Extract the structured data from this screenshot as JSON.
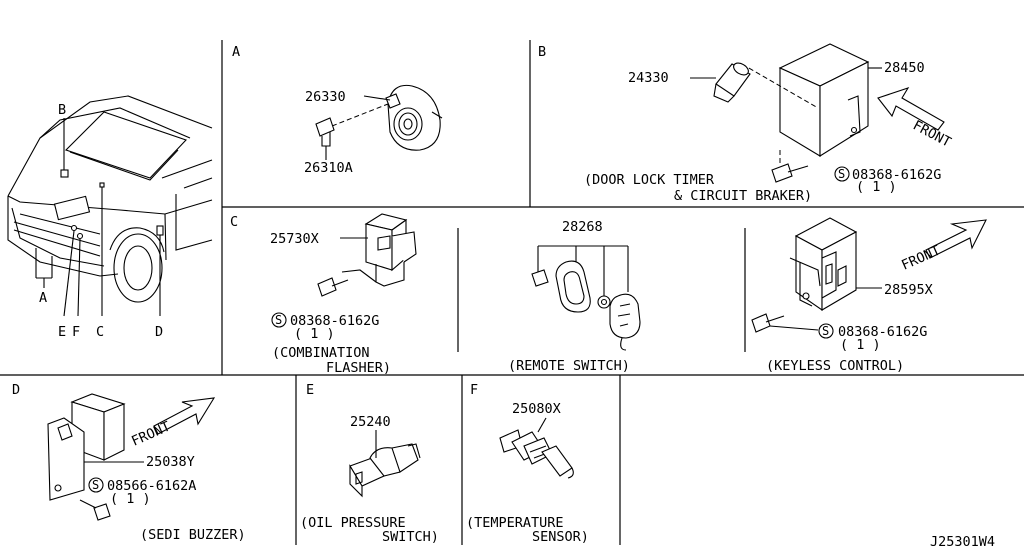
{
  "sections": {
    "a": {
      "letter": "A",
      "parts": [
        "26330",
        "26310A"
      ]
    },
    "b": {
      "letter": "B",
      "parts": [
        "24330",
        "28450"
      ],
      "front": "FRONT",
      "bolt": "08368-6162G",
      "qty": "( 1 )",
      "caption1": "(DOOR LOCK TIMER",
      "caption2": "& CIRCUIT BRAKER)"
    },
    "c": {
      "letter": "C",
      "part": "25730X",
      "bolt": "08368-6162G",
      "qty": "( 1 )",
      "caption1": "(COMBINATION",
      "caption2": "FLASHER)"
    },
    "remote": {
      "part": "28268",
      "caption": "(REMOTE SWITCH)"
    },
    "keyless": {
      "part": "28595X",
      "front": "FRONT",
      "bolt": "08368-6162G",
      "qty": "( 1 )",
      "caption": "(KEYLESS CONTROL)"
    },
    "d": {
      "letter": "D",
      "part": "25038Y",
      "front": "FRONT",
      "bolt": "08566-6162A",
      "qty": "( 1 )",
      "caption": "(SEDI BUZZER)"
    },
    "e": {
      "letter": "E",
      "part": "25240",
      "caption1": "(OIL PRESSURE",
      "caption2": "SWITCH)"
    },
    "f": {
      "letter": "F",
      "part": "25080X",
      "caption1": "(TEMPERATURE",
      "caption2": "SENSOR)"
    }
  },
  "vehicle": {
    "labels": [
      "A",
      "B",
      "C",
      "D",
      "E",
      "F"
    ]
  },
  "bolt_symbol": "S",
  "drawing_number": "J25301W4"
}
